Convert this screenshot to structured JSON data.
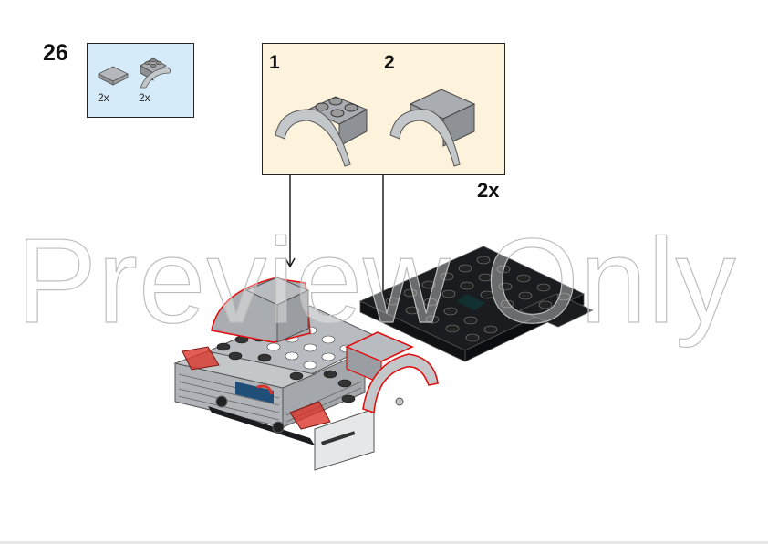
{
  "step": {
    "number": "26"
  },
  "parts_list": {
    "items": [
      {
        "name": "tile-2x2-light-gray",
        "qty": "2x"
      },
      {
        "name": "mudguard-plate-2x2-light-gray",
        "qty": "2x"
      }
    ],
    "background": "#d6ebfa"
  },
  "sub_assembly": {
    "steps": [
      {
        "label": "1"
      },
      {
        "label": "2"
      }
    ],
    "multiplier": "2x",
    "background": "#fdf3dc"
  },
  "watermark": {
    "text": "Preview Only"
  },
  "colors": {
    "light_gray": "#a9acb0",
    "black": "#14161a",
    "trans_red": "#d9342b",
    "highlight_outline": "#e01010"
  }
}
